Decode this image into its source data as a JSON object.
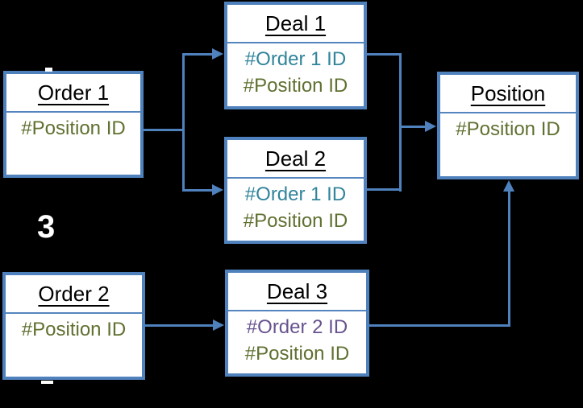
{
  "diagram": {
    "background": "#000000",
    "accent": "#4F81BD",
    "field_colors": {
      "teal": "#31849B",
      "olive": "#5F7030",
      "purple": "#67538F"
    },
    "entities": [
      {
        "id": "order1",
        "title": "Order 1",
        "fields": [
          {
            "text": "#Position ID",
            "color": "olive"
          }
        ]
      },
      {
        "id": "deal1",
        "title": "Deal 1",
        "fields": [
          {
            "text": "#Order 1 ID",
            "color": "teal"
          },
          {
            "text": "#Position ID",
            "color": "olive"
          }
        ]
      },
      {
        "id": "deal2",
        "title": "Deal 2",
        "fields": [
          {
            "text": "#Order 1 ID",
            "color": "teal"
          },
          {
            "text": "#Position ID",
            "color": "olive"
          }
        ]
      },
      {
        "id": "order2",
        "title": "Order 2",
        "fields": [
          {
            "text": "#Position ID",
            "color": "olive"
          }
        ]
      },
      {
        "id": "deal3",
        "title": "Deal 3",
        "fields": [
          {
            "text": "#Order 2 ID",
            "color": "purple"
          },
          {
            "text": "#Position ID",
            "color": "olive"
          }
        ]
      },
      {
        "id": "position",
        "title": "Position",
        "fields": [
          {
            "text": "#Position ID",
            "color": "olive"
          }
        ]
      }
    ],
    "connections": [
      {
        "from": "order1",
        "to": "deal1"
      },
      {
        "from": "order1",
        "to": "deal2"
      },
      {
        "from": "deal1",
        "to": "position"
      },
      {
        "from": "deal2",
        "to": "position"
      },
      {
        "from": "order2",
        "to": "deal3"
      },
      {
        "from": "deal3",
        "to": "position"
      }
    ],
    "annotations": [
      {
        "text": "3",
        "color": "#FFFFFF"
      }
    ]
  }
}
